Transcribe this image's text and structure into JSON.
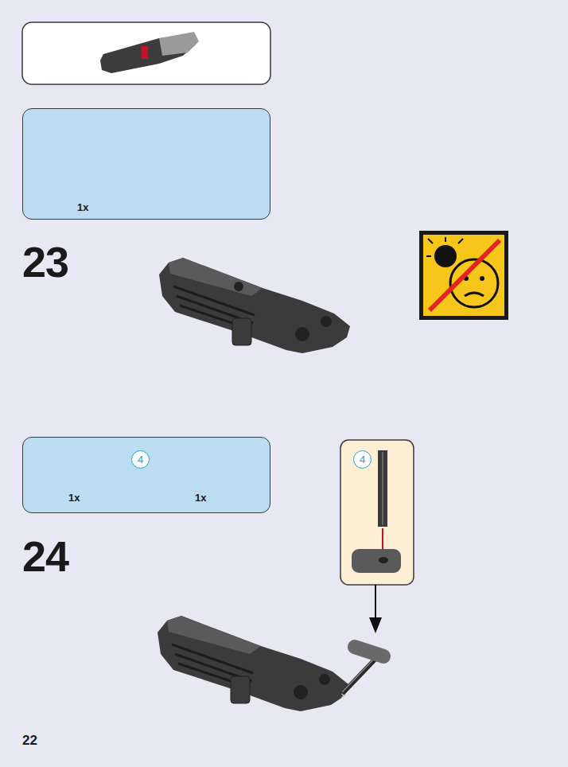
{
  "diagram": {
    "nodes": [
      {
        "text": [
          "1x"
        ]
      },
      {
        "text": [
          "1x",
          "1x"
        ]
      },
      {
        "text": [
          "4"
        ],
        "in": 1
      },
      {
        "text": [
          "4"
        ]
      }
    ],
    "labels": [
      "23",
      "24",
      "22"
    ]
  }
}
